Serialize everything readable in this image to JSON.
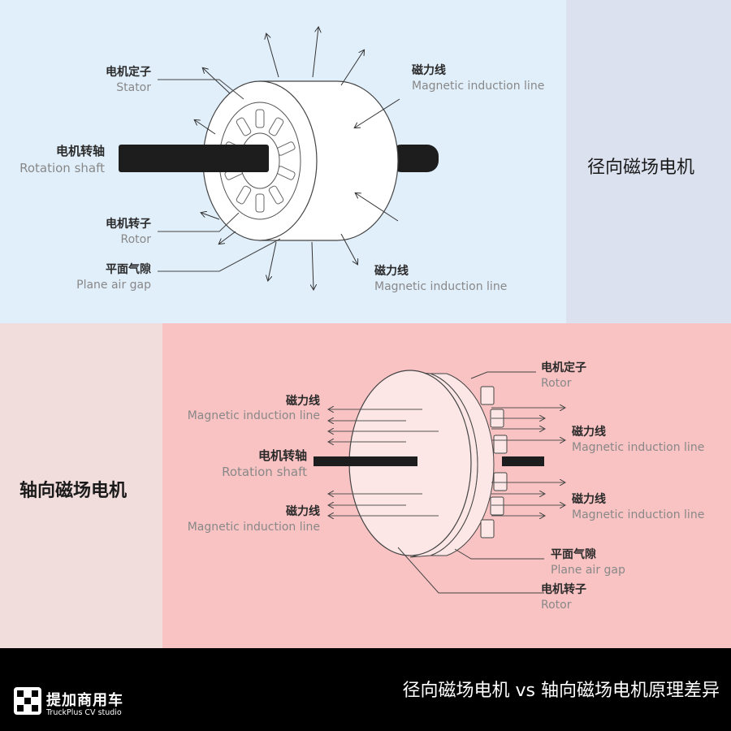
{
  "radial": {
    "title": "径向磁场电机",
    "stator_cn": "电机定子",
    "stator_en": "Stator",
    "shaft_cn": "电机转轴",
    "shaft_en": "Rotation shaft",
    "rotor_cn": "电机转子",
    "rotor_en": "Rotor",
    "gap_cn": "平面气隙",
    "gap_en": "Plane air gap",
    "flux_top_cn": "磁力线",
    "flux_top_en": "Magnetic induction line",
    "flux_bottom_cn": "磁力线",
    "flux_bottom_en": "Magnetic induction line"
  },
  "axial": {
    "title": "轴向磁场电机",
    "stator_cn": "电机定子",
    "stator_en": "Rotor",
    "shaft_cn": "电机转轴",
    "shaft_en": "Rotation shaft",
    "flux_left_top_cn": "磁力线",
    "flux_left_top_en": "Magnetic induction line",
    "flux_left_bottom_cn": "磁力线",
    "flux_left_bottom_en": "Magnetic induction line",
    "flux_right_top_cn": "磁力线",
    "flux_right_top_en": "Magnetic induction line",
    "flux_right_bottom_cn": "磁力线",
    "flux_right_bottom_en": "Magnetic induction line",
    "gap_cn": "平面气隙",
    "gap_en": "Plane air gap",
    "rotor_cn": "电机转子",
    "rotor_en": "Rotor"
  },
  "footer": {
    "logo_cn": "提加商用车",
    "logo_en": "TruckPlus CV studio",
    "caption": "径向磁场电机 vs 轴向磁场电机原理差异"
  },
  "colors": {
    "radial_bg": "#e1effb",
    "radial_title_bg": "#dbe1ee",
    "axial_bg": "#fac3c3",
    "axial_title_bg": "#f2dddd",
    "footer_bg": "#000000"
  }
}
